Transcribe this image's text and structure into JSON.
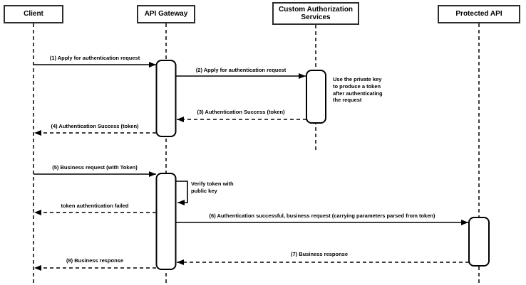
{
  "diagram": {
    "type": "sequence-diagram",
    "participants": [
      {
        "label": "Client"
      },
      {
        "label": "API Gateway"
      },
      {
        "label": "Custom Authorization Services"
      },
      {
        "label": "Protected API"
      }
    ],
    "messages": [
      {
        "label": "(1) Apply for authentication request",
        "from": "Client",
        "to": "API Gateway",
        "style": "solid"
      },
      {
        "label": "(2) Apply for authentication request",
        "from": "API Gateway",
        "to": "Custom Authorization Services",
        "style": "solid"
      },
      {
        "label": "(3) Authentication Success (token)",
        "from": "Custom Authorization Services",
        "to": "API Gateway",
        "style": "dashed"
      },
      {
        "label": "(4) Authentication Success (token)",
        "from": "API Gateway",
        "to": "Client",
        "style": "dashed"
      },
      {
        "label": "(5) Business request (with Token)",
        "from": "Client",
        "to": "API Gateway",
        "style": "solid"
      },
      {
        "label": "token authentication failed",
        "from": "API Gateway",
        "to": "Client",
        "style": "dashed"
      },
      {
        "label": "(6) Authentication successful, business request (carrying parameters parsed from token)",
        "from": "API Gateway",
        "to": "Protected API",
        "style": "solid"
      },
      {
        "label": "(7) Business response",
        "from": "Protected API",
        "to": "API Gateway",
        "style": "dashed"
      },
      {
        "label": "(8) Business response",
        "from": "API Gateway",
        "to": "Client",
        "style": "dashed"
      }
    ],
    "notes": [
      {
        "label": "Use the private key to produce a token after authenticating the request",
        "attached_to": "Custom Authorization Services"
      },
      {
        "label": "Verify token with public key",
        "attached_to": "API Gateway",
        "kind": "self-message"
      }
    ],
    "colors": {
      "line": "#000000",
      "box_border": "#2d2d2d",
      "box_fill": "#ffffff",
      "background": "#ffffff"
    }
  }
}
